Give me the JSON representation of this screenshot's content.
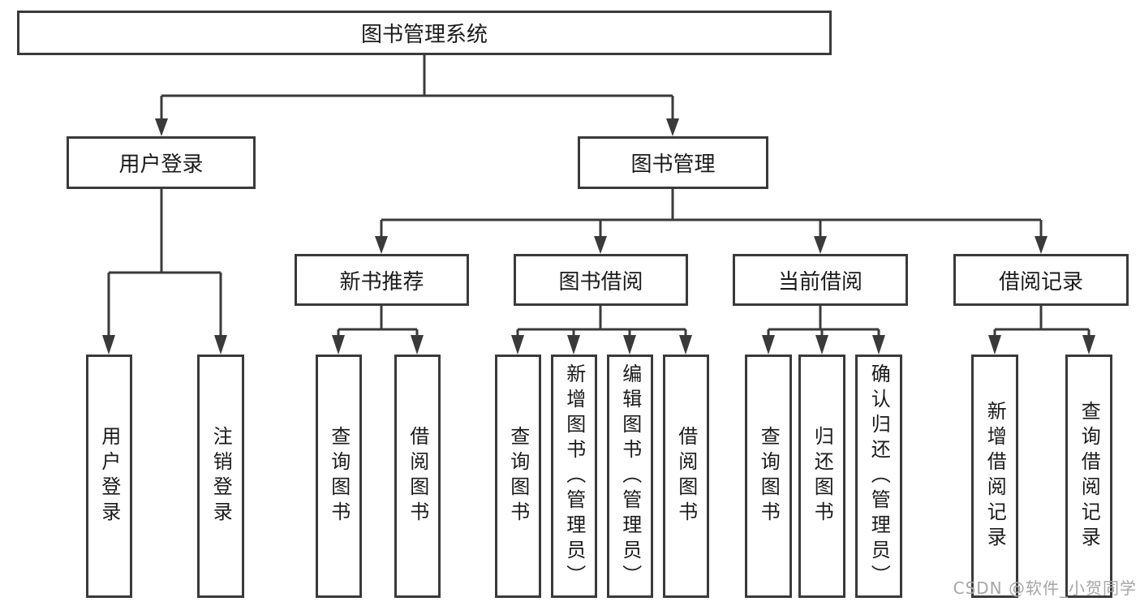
{
  "diagram": {
    "watermark": "CSDN @软件_小贺同学",
    "colors": {
      "line": "#3a3a3a",
      "box_border": "#3a3a3a",
      "text": "#1a1a1a",
      "background": "#ffffff",
      "watermark": "#a6a6a6"
    },
    "tree": {
      "label": "图书管理系统",
      "children": [
        {
          "label": "用户登录",
          "children": [
            {
              "label": "用户登录"
            },
            {
              "label": "注销登录"
            }
          ]
        },
        {
          "label": "图书管理",
          "children": [
            {
              "label": "新书推荐",
              "children": [
                {
                  "label": "查询图书"
                },
                {
                  "label": "借阅图书"
                }
              ]
            },
            {
              "label": "图书借阅",
              "children": [
                {
                  "label": "查询图书"
                },
                {
                  "label": "新增图书（管理员）"
                },
                {
                  "label": "编辑图书（管理员）"
                },
                {
                  "label": "借阅图书"
                }
              ]
            },
            {
              "label": "当前借阅",
              "children": [
                {
                  "label": "查询图书"
                },
                {
                  "label": "归还图书"
                },
                {
                  "label": "确认归还（管理员）"
                }
              ]
            },
            {
              "label": "借阅记录",
              "children": [
                {
                  "label": "新增借阅记录"
                },
                {
                  "label": "查询借阅记录"
                }
              ]
            }
          ]
        }
      ]
    }
  }
}
